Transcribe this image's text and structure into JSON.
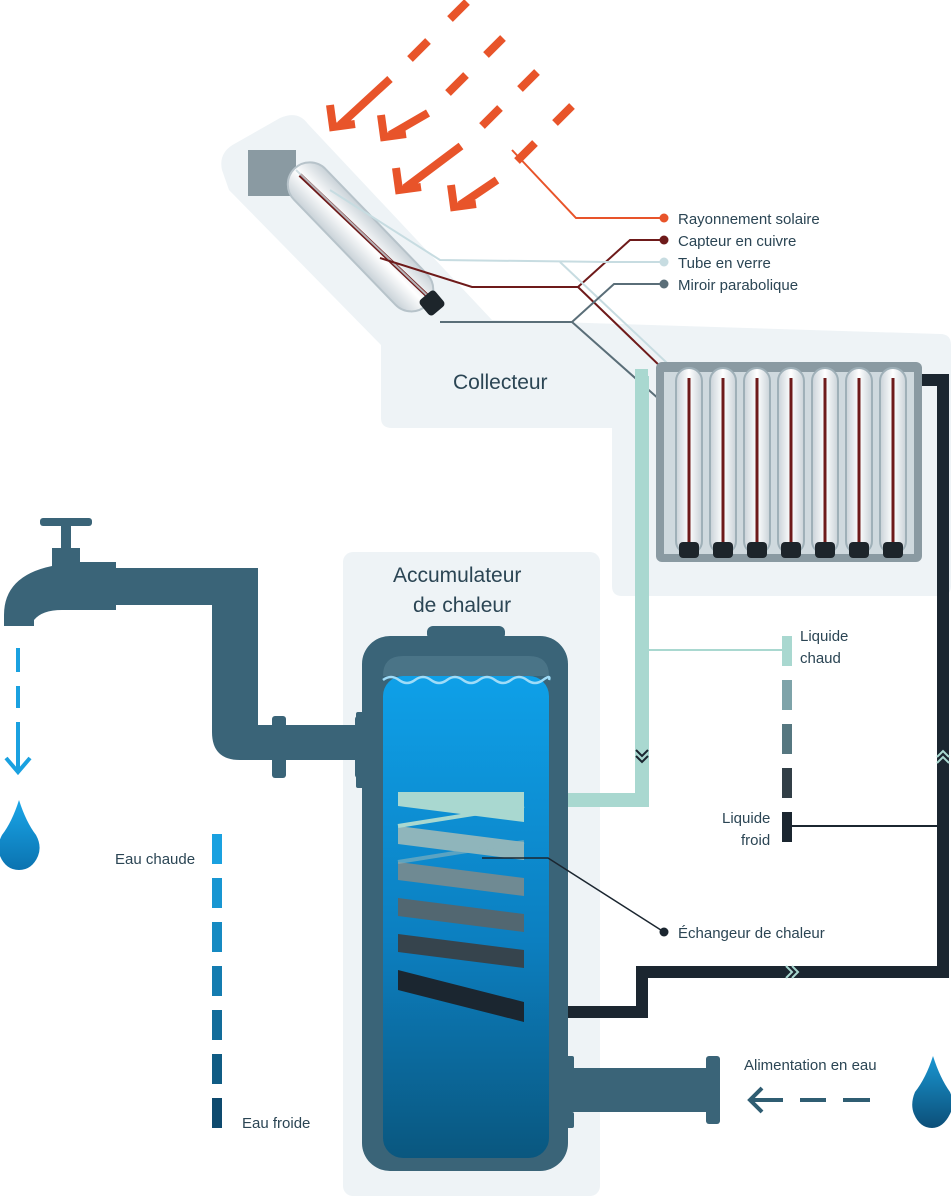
{
  "titles": {
    "collector": "Collecteur",
    "accumulator_line1": "Accumulateur",
    "accumulator_line2": "de chaleur"
  },
  "callouts": {
    "solar_radiation": "Rayonnement solaire",
    "copper_absorber": "Capteur en cuivre",
    "glass_tube": "Tube en verre",
    "parabolic_mirror": "Miroir parabolique",
    "heat_exchanger": "Échangeur de chaleur"
  },
  "legend_liquid": {
    "hot_line1": "Liquide",
    "hot_line2": "chaud",
    "cold_line1": "Liquide",
    "cold_line2": "froid"
  },
  "legend_water": {
    "hot": "Eau chaude",
    "cold": "Eau froide"
  },
  "water_supply": "Alimentation en eau",
  "colors": {
    "sun_arrows": "#e8542a",
    "copper": "#6e1a1a",
    "glass": "#cde6ea",
    "mirror": "#5a6e78",
    "pipe_steel": "#3a6478",
    "hot_fluid": "#a9d8d0",
    "cold_fluid": "#1b2630",
    "tank_water_top": "#0e9ee6",
    "tank_water_bottom": "#0a5f8e",
    "panel_bg": "#eef3f6"
  },
  "icons": {
    "sun": "sun-rays-arrows",
    "tap": "water-tap-icon",
    "drop": "water-drop-icon"
  }
}
